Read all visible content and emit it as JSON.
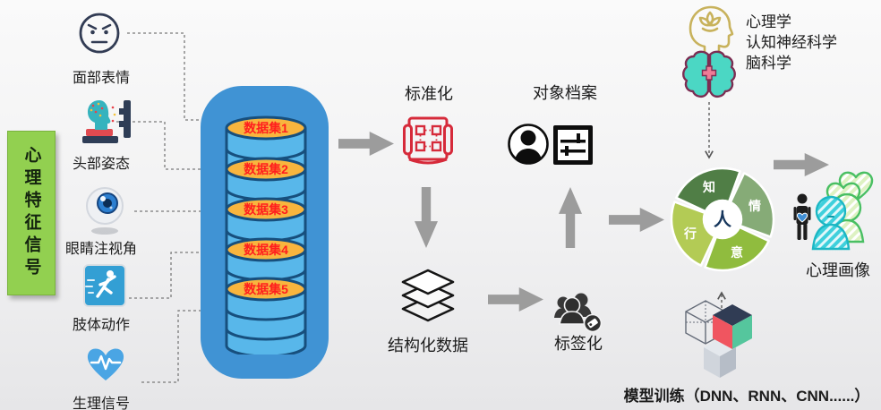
{
  "banner": {
    "label": "心理特征信号"
  },
  "sources": {
    "facial": {
      "label": "面部表情",
      "icon": "face-icon"
    },
    "head": {
      "label": "头部姿态",
      "icon": "head-pose-icon"
    },
    "eye": {
      "label": "眼睛注视角",
      "icon": "eyeball-icon"
    },
    "body": {
      "label": "肢体动作",
      "icon": "runner-icon"
    },
    "physio": {
      "label": "生理信号",
      "icon": "ecg-heart-icon"
    }
  },
  "datasets": {
    "d1": "数据集1",
    "d2": "数据集2",
    "d3": "数据集3",
    "d4": "数据集4",
    "d5": "数据集5"
  },
  "pipeline": {
    "standardization": "标准化",
    "object_profile": "对象档案",
    "structured_data": "结构化数据",
    "tagging": "标签化"
  },
  "sciences": {
    "line1": "心理学",
    "line2": "认知神经科学",
    "line3": "脑科学"
  },
  "pinwheel": {
    "center": "人",
    "top": "知",
    "right": "情",
    "bottom": "意",
    "left": "行"
  },
  "outputs": {
    "portrait": "心理画像",
    "model_training": "模型训练（DNN、RNN、CNN......）"
  },
  "colors": {
    "banner_green": "#92d050",
    "container_blue": "#4093d4",
    "cylinder_blue": "#58b7ea",
    "cylinder_outline": "#174f7d",
    "dataset_ellipse": "#f8b53e",
    "dataset_text": "#ff1e1e",
    "arrow_gray": "#9c9c9c",
    "standardization_red": "#d62a3a",
    "pinwheel_zhi": "#507e46",
    "pinwheel_qing": "#86ab77",
    "pinwheel_yi": "#90bc3e",
    "pinwheel_xing": "#b3cb55",
    "heart_blue": "#4aa5e4",
    "brain_teal": "#4bd7c4",
    "portrait_cyan": "#3ed0dc"
  }
}
